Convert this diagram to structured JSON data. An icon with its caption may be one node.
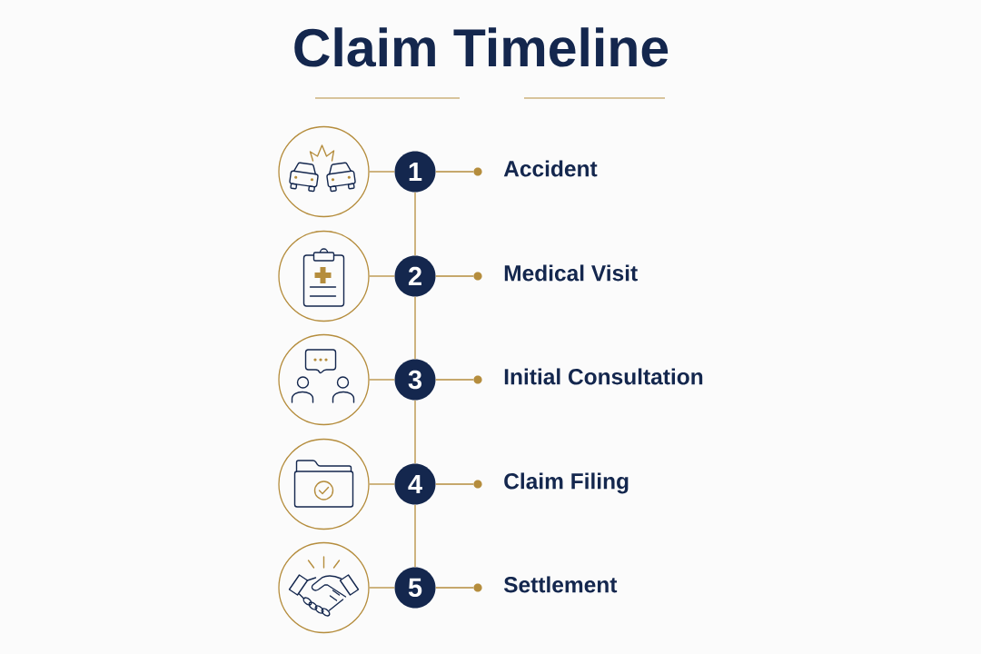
{
  "diagram": {
    "title": "Claim Timeline",
    "nodes": [
      {
        "text": [],
        "shape": "circle"
      },
      {
        "text": [
          "1"
        ]
      },
      {
        "text": [],
        "shape": "dot",
        "beside": [
          "Accident"
        ]
      },
      {
        "text": [],
        "shape": "circle"
      },
      {
        "text": [
          "2"
        ]
      },
      {
        "text": [],
        "shape": "dot",
        "beside": [
          "Medical Visit"
        ]
      },
      {
        "text": [],
        "shape": "circle"
      },
      {
        "text": [
          "3"
        ]
      },
      {
        "text": [],
        "shape": "dot",
        "beside": [
          "Initial Consultation"
        ]
      },
      {
        "text": [],
        "shape": "circle"
      },
      {
        "text": [
          "4"
        ]
      },
      {
        "text": [],
        "shape": "dot",
        "beside": [
          "Claim Filing"
        ]
      },
      {
        "text": [],
        "shape": "circle"
      },
      {
        "text": [
          "5"
        ]
      },
      {
        "text": [],
        "shape": "dot",
        "beside": [
          "Settlement"
        ]
      }
    ],
    "edges": [
      {
        "from": 0,
        "to": 1,
        "arrow": "none"
      },
      {
        "from": 1,
        "to": 2,
        "arrow": "none"
      },
      {
        "from": 1,
        "to": 4,
        "arrow": "none"
      },
      {
        "from": 3,
        "to": 4,
        "arrow": "none"
      },
      {
        "from": 4,
        "to": 5,
        "arrow": "none"
      },
      {
        "from": 4,
        "to": 7,
        "arrow": "none"
      },
      {
        "from": 6,
        "to": 7,
        "arrow": "none"
      },
      {
        "from": 7,
        "to": 8,
        "arrow": "none"
      },
      {
        "from": 7,
        "to": 10,
        "arrow": "none"
      },
      {
        "from": 9,
        "to": 10,
        "arrow": "none"
      },
      {
        "from": 10,
        "to": 11,
        "arrow": "none"
      },
      {
        "from": 10,
        "to": 13,
        "arrow": "none"
      },
      {
        "from": 12,
        "to": 13,
        "arrow": "none"
      },
      {
        "from": 13,
        "to": 14,
        "arrow": "none"
      }
    ]
  }
}
